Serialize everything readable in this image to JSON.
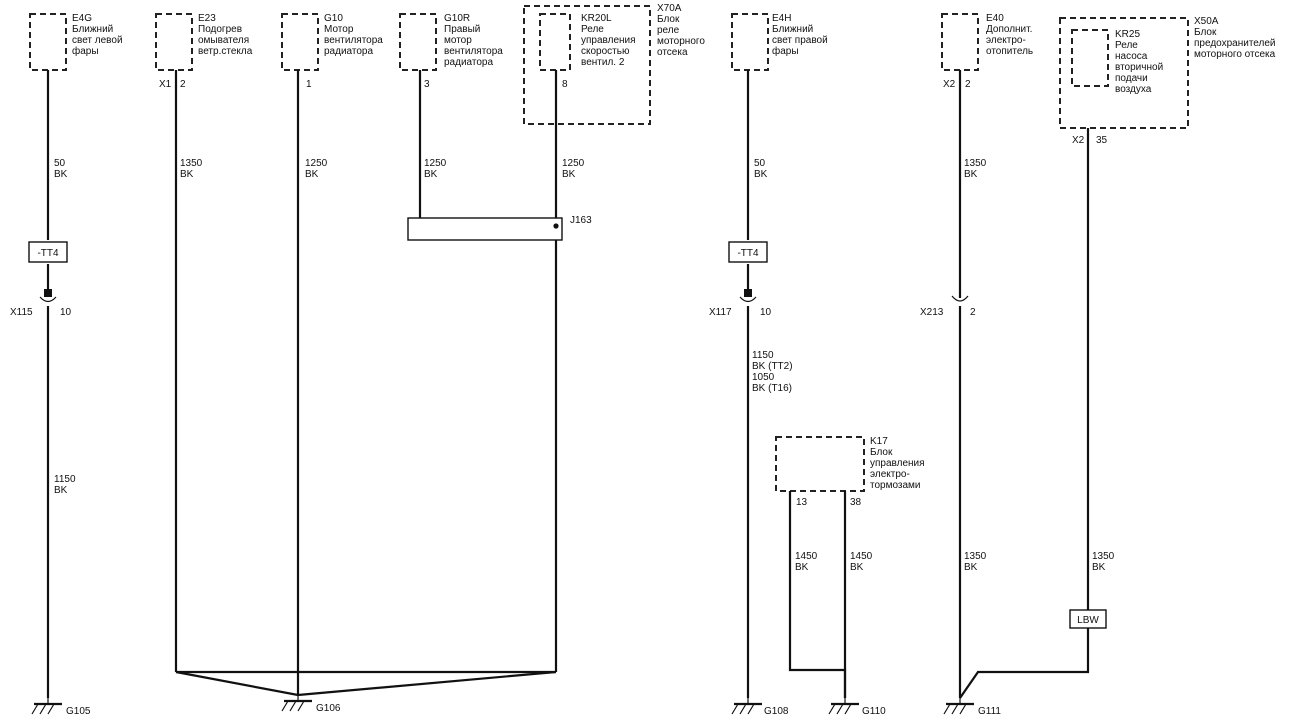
{
  "components": {
    "e4g": {
      "id": "E4G",
      "lines": [
        "Ближний",
        "свет левой",
        "фары"
      ],
      "pin": "",
      "pin_prefix": ""
    },
    "e23": {
      "id": "E23",
      "lines": [
        "Подогрев",
        "омывателя",
        "ветр.стекла"
      ],
      "pin": "2",
      "pin_prefix": "X1"
    },
    "g10": {
      "id": "G10",
      "lines": [
        "Мотор",
        "вентилятора",
        "радиатора"
      ],
      "pin": "1",
      "pin_prefix": ""
    },
    "g10r": {
      "id": "G10R",
      "lines": [
        "Правый",
        "мотор",
        "вентилятора",
        "радиатора"
      ],
      "pin": "3",
      "pin_prefix": ""
    },
    "x70a": {
      "id": "X70A",
      "lines": [
        "Блок",
        "реле",
        "моторного",
        "отсека"
      ]
    },
    "kr20l": {
      "id": "KR20L",
      "lines": [
        "Реле",
        "управления",
        "скоростью",
        "вентил. 2"
      ],
      "pin": "8"
    },
    "e4h": {
      "id": "E4H",
      "lines": [
        "Ближний",
        "свет правой",
        "фары"
      ]
    },
    "e40": {
      "id": "E40",
      "lines": [
        "Дополнит.",
        "электро-",
        "отопитель"
      ],
      "pin": "2",
      "pin_prefix": "X2"
    },
    "x50a": {
      "id": "X50A",
      "lines": [
        "Блок",
        "предохранителей",
        "моторного отсека"
      ],
      "pin": "35",
      "pin_prefix": "X2"
    },
    "kr25": {
      "id": "KR25",
      "lines": [
        "Реле",
        "насоса",
        "вторичной",
        "подачи",
        "воздуха"
      ]
    },
    "k17": {
      "id": "K17",
      "lines": [
        "Блок",
        "управления",
        "электро-",
        "тормозами"
      ],
      "pin_a": "13",
      "pin_b": "38"
    }
  },
  "wires": {
    "w1": {
      "gauge": "50",
      "color": "BK"
    },
    "w2": {
      "gauge": "1350",
      "color": "BK"
    },
    "w3": {
      "gauge": "1250",
      "color": "BK"
    },
    "w4": {
      "gauge": "1250",
      "color": "BK"
    },
    "w5": {
      "gauge": "1250",
      "color": "BK"
    },
    "w6": {
      "gauge": "50",
      "color": "BK"
    },
    "w7": {
      "gauge": "1350",
      "color": "BK"
    },
    "w8": {
      "gauge": "1150",
      "color": "BK"
    },
    "w9": {
      "gauge": "1150",
      "color": "BK (TT2)"
    },
    "w9b": {
      "gauge": "1050",
      "color": "BK (T16)"
    },
    "w10": {
      "gauge": "1450",
      "color": "BK"
    },
    "w11": {
      "gauge": "1450",
      "color": "BK"
    },
    "w12": {
      "gauge": "1350",
      "color": "BK"
    },
    "w13": {
      "gauge": "1350",
      "color": "BK"
    }
  },
  "connectors": {
    "x115": {
      "id": "X115",
      "pin": "10"
    },
    "x117": {
      "id": "X117",
      "pin": "10"
    },
    "x213": {
      "id": "X213",
      "pin": "2"
    }
  },
  "tags": {
    "tt4_left": "-TT4",
    "tt4_right": "-TT4",
    "lbw": "LBW"
  },
  "splice": {
    "id": "J163"
  },
  "grounds": {
    "g105": "G105",
    "g106": "G106",
    "g108": "G108",
    "g110": "G110",
    "g111": "G111"
  }
}
